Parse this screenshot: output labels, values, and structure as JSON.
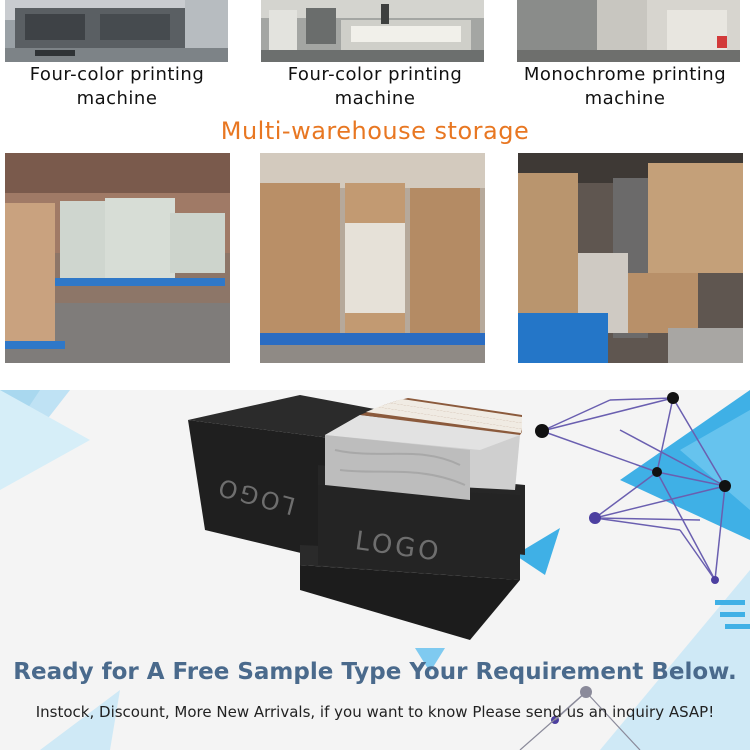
{
  "machines": [
    {
      "caption_line1": "Four-color printing",
      "caption_line2": "machine"
    },
    {
      "caption_line1": "Four-color printing",
      "caption_line2": "machine"
    },
    {
      "caption_line1": "Monochrome printing",
      "caption_line2": "machine"
    }
  ],
  "storage": {
    "title": "Multi-warehouse storage"
  },
  "box": {
    "logo_lid": "LOGO",
    "logo_front": "LOGO"
  },
  "cta": {
    "title": "Ready for A Free Sample Type Your Requirement Below.",
    "subtitle": "Instock, Discount, More New Arrivals, if you want to know Please send us an inquiry ASAP!"
  },
  "colors": {
    "accent": "#e87722",
    "headline": "#4a6a8c",
    "triangle": "#3fb0e6",
    "node": "#4c3fa0"
  }
}
